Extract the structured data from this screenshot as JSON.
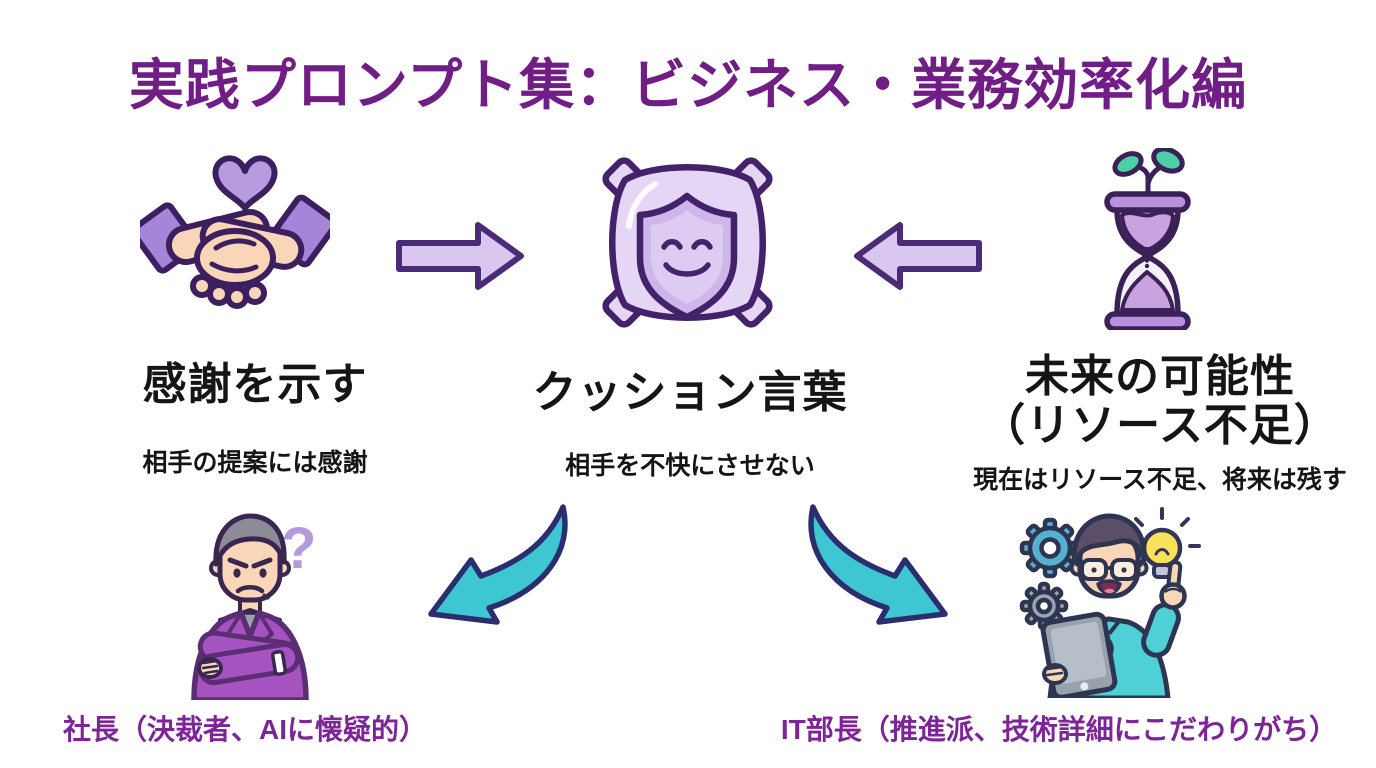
{
  "title": "実践プロンプト集：ビジネス・業務効率化編",
  "flow": {
    "left": {
      "heading": "感謝を示す",
      "subtitle": "相手の提案には感謝",
      "icon": "handshake-heart-icon"
    },
    "center": {
      "heading": "クッション言葉",
      "subtitle": "相手を不快にさせない",
      "icon": "cushion-shield-smile-icon"
    },
    "right": {
      "heading_line1": "未来の可能性",
      "heading_line2": "（リソース不足）",
      "subtitle": "現在はリソース不足、将来は残す",
      "icon": "hourglass-sprout-icon"
    }
  },
  "audiences": {
    "president": {
      "label": "社長（決裁者、AIに懐疑的）",
      "illustration": "skeptical-president"
    },
    "it_director": {
      "label": "IT部長（推進派、技術詳細にこだわりがち）",
      "illustration": "enthusiastic-it-director"
    }
  },
  "colors": {
    "title_text": "#701d85",
    "heading_text": "#151515",
    "audience_label_text": "#7d2596",
    "block_arrow_fill": "#d9c7ef",
    "block_arrow_stroke": "#4b2a78",
    "curved_arrow_fill": "#3ec7d3",
    "curved_arrow_stroke": "#2b2e6e",
    "icon_lavender": "#e4d6f4",
    "icon_purple": "#a585d8",
    "leaf_green": "#4ed0a6",
    "skin": "#f9d6b8"
  }
}
